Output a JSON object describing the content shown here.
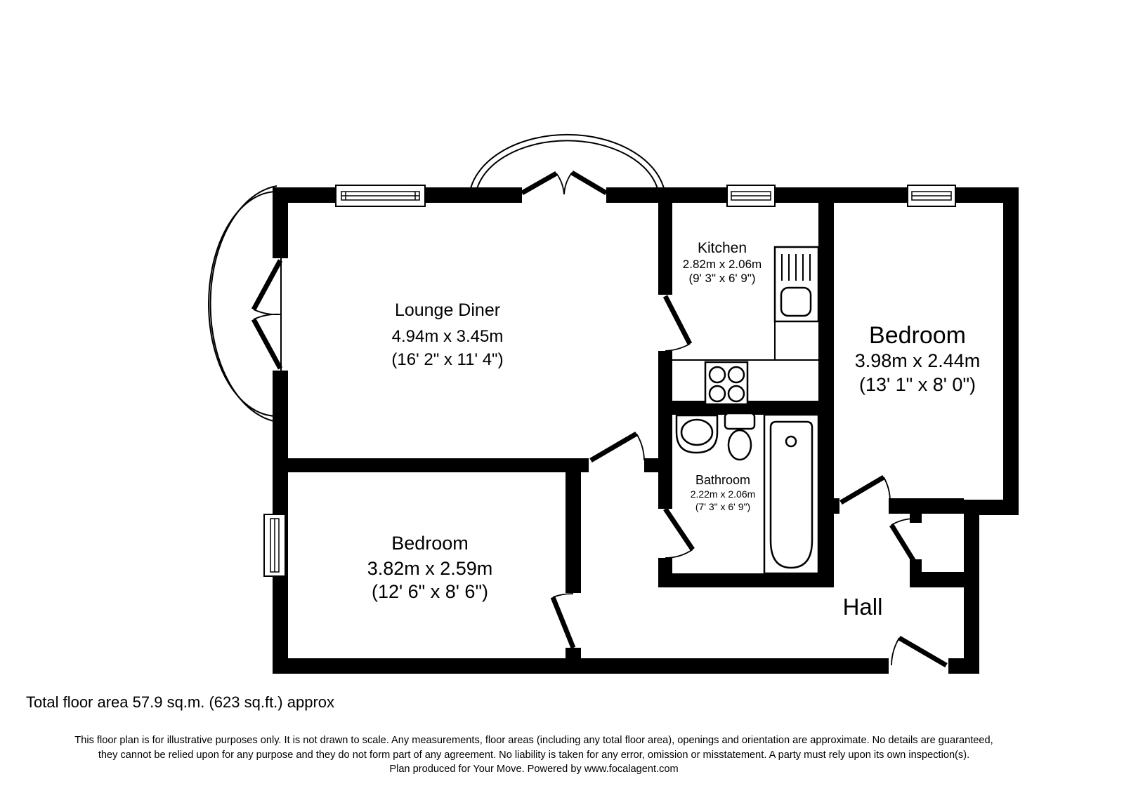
{
  "plan": {
    "rooms": {
      "lounge_diner": {
        "name": "Lounge Diner",
        "metric": "4.94m x 3.45m",
        "imperial": "(16' 2\" x 11' 4\")"
      },
      "kitchen": {
        "name": "Kitchen",
        "metric": "2.82m x 2.06m",
        "imperial": "(9' 3\" x 6' 9\")"
      },
      "bedroom_right": {
        "name": "Bedroom",
        "metric": "3.98m x 2.44m",
        "imperial": "(13' 1\" x 8' 0\")"
      },
      "bedroom_left": {
        "name": "Bedroom",
        "metric": "3.82m x 2.59m",
        "imperial": "(12' 6\" x 8' 6\")"
      },
      "bathroom": {
        "name": "Bathroom",
        "metric": "2.22m x 2.06m",
        "imperial": "(7' 3\" x 6' 9\")"
      },
      "hall": {
        "name": "Hall"
      }
    },
    "footer": {
      "total_area": "Total floor area 57.9 sq.m. (623 sq.ft.) approx",
      "disclaimer_line1": "This floor plan is for illustrative purposes only. It is not drawn to scale. Any measurements, floor areas (including any total floor area), openings and orientation are approximate. No details are guaranteed,",
      "disclaimer_line2": "they cannot be relied upon for any purpose and they do not form part of any agreement. No liability is taken for any error, omission or misstatement. A party must rely upon its own inspection(s).",
      "disclaimer_line3": "Plan produced for Your Move. Powered by www.focalagent.com"
    },
    "colors": {
      "wall": "#000000",
      "floor": "#ffffff"
    }
  }
}
